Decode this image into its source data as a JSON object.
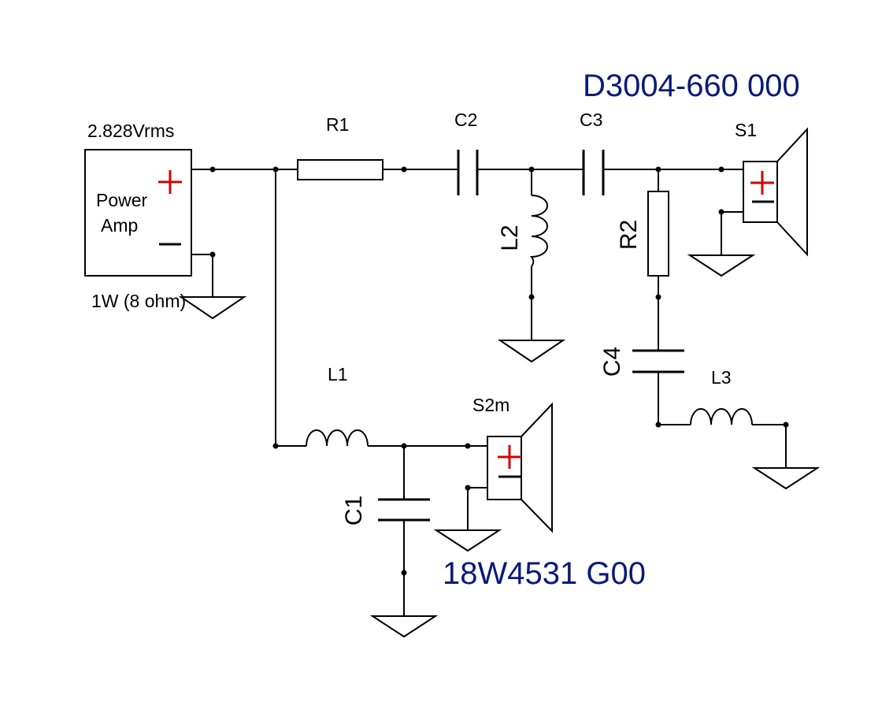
{
  "source": {
    "voltage": "2.828Vrms",
    "name_line1": "Power",
    "name_line2": "Amp",
    "power": "1W (8 ohm)"
  },
  "components": {
    "R1": "R1",
    "R2": "R2",
    "C1": "C1",
    "C2": "C2",
    "C3": "C3",
    "C4": "C4",
    "L1": "L1",
    "L2": "L2",
    "L3": "L3"
  },
  "speakers": {
    "tweeter": {
      "ref": "S1",
      "model": "D3004-660 000"
    },
    "woofer": {
      "ref": "S2m",
      "model": "18W4531 G00"
    }
  },
  "colors": {
    "polarity": "#d40000",
    "model_text": "#0b1a78"
  }
}
